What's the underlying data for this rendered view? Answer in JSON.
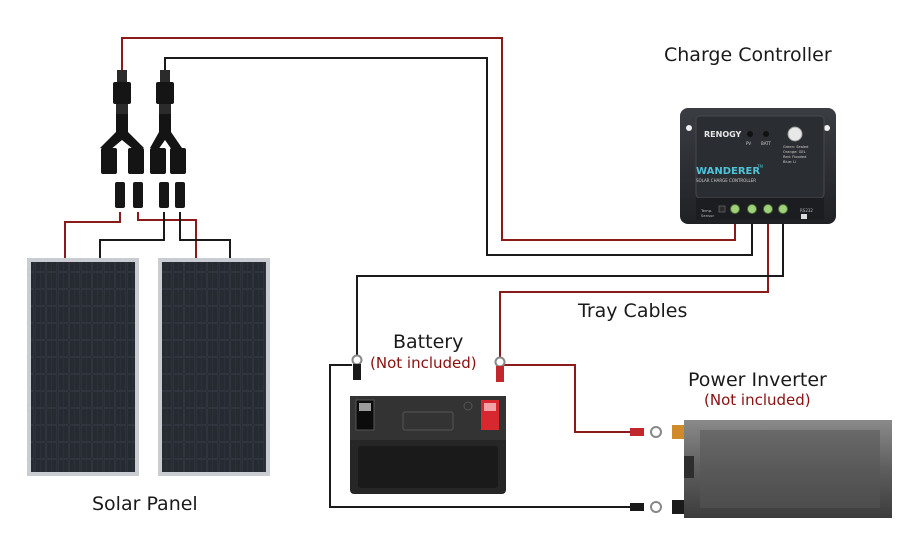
{
  "labels": {
    "charge_controller": "Charge Controller",
    "tray_cables": "Tray Cables",
    "battery": "Battery",
    "battery_note": "(Not included)",
    "power_inverter": "Power Inverter",
    "inverter_note": "(Not included)",
    "solar_panel": "Solar Panel"
  },
  "controller": {
    "brand": "RENOGY",
    "model": "WANDERER",
    "tm": "TM",
    "subtitle": "SOLAR CHARGE CONTROLLER",
    "led_pv": "PV",
    "led_batt": "BATT",
    "legend": [
      "Green: Sealed",
      "Orange: GEL",
      "Red: Flooded",
      "Blue: Li"
    ],
    "temp_label": [
      "Temp.",
      "Sensor"
    ],
    "rs232": "RS232"
  },
  "colors": {
    "positive_wire": "#8b1a1a",
    "negative_wire": "#1a1a1a",
    "note_text": "#8b0f0f"
  },
  "icons": [
    "mc4-connector-icon",
    "branch-connector-icon",
    "ring-terminal-icon",
    "fuse-icon"
  ]
}
